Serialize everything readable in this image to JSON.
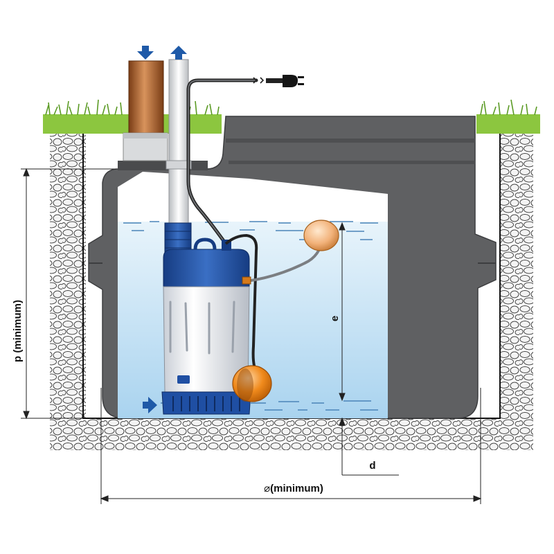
{
  "labels": {
    "depth": "p (minimum)",
    "water_height": "e",
    "offset": "d",
    "width_symbol": "⌀",
    "width": "(minimum)"
  },
  "colors": {
    "grass": "#8cc63f",
    "tank": "#5f6062",
    "tank_light": "#8a8b8d",
    "water": "#cfe8f7",
    "pump_blue": "#1f4fa3",
    "pump_steel": "#e6e9ee",
    "float": "#f08a1c",
    "inlet_pipe": "#a55a2a",
    "arrow": "#1f5aa8"
  },
  "icons": {
    "inlet": "arrow-down-icon",
    "outlet": "arrow-up-icon",
    "suction": "arrow-right-icon",
    "plug": "power-plug-icon"
  }
}
